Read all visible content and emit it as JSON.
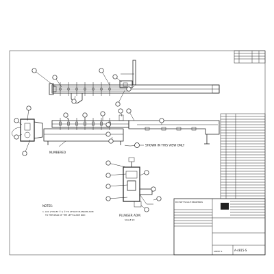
{
  "drawing": {
    "section_view_note": "SHOWN IN THIS VIEW ONLY",
    "numbered_callout": "NUMBERED",
    "notes_title": "NOTES:",
    "note_1_lines": [
      "1. LOC (TYP) BY ① & ② TO ATTACH PLUNGER ADM",
      "TO THE REAR OF THE LEFT GUIDE ROD"
    ],
    "detail_title": "PLUNGER ADM.",
    "detail_scale": "SCALE 2X"
  },
  "title_block": {
    "scale_note": "DO NOT SCALE DRAWINGS",
    "drawing_number": "A-4815-S",
    "sheet_label": "SHEET 1"
  }
}
